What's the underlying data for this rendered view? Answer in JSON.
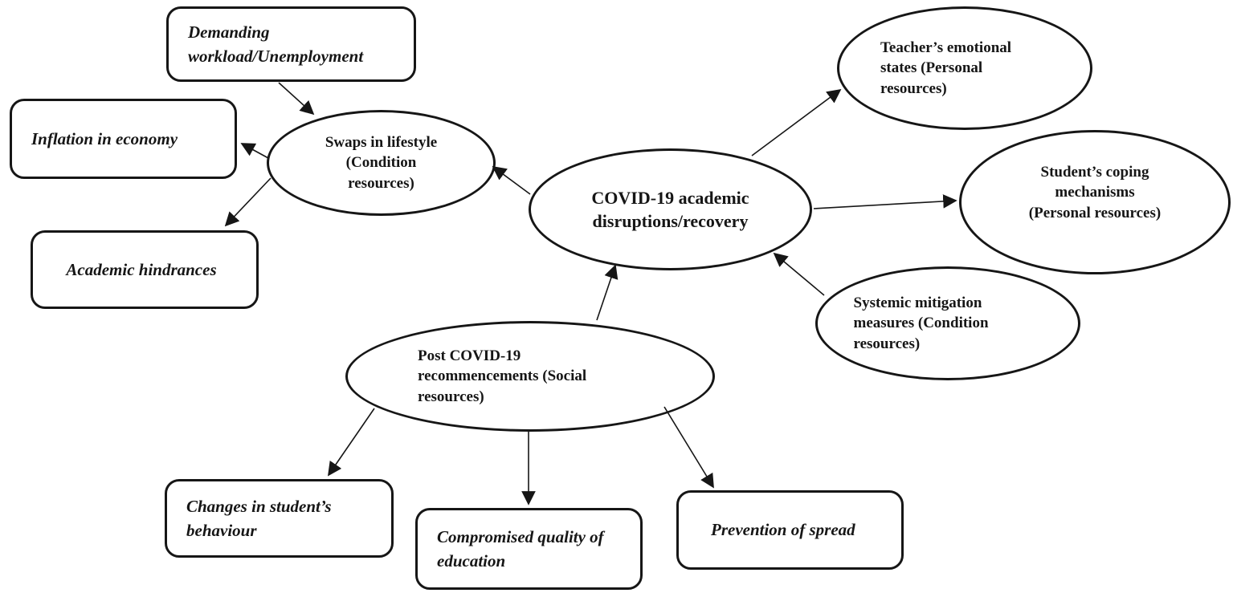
{
  "diagram": {
    "title": "COVID-19 academic disruptions/recovery concept map",
    "colors": {
      "stroke": "#161616",
      "fill": "#ffffff"
    },
    "nodes": {
      "demanding": {
        "shape": "rounded-rectangle",
        "label": "Demanding\nworkload/Unemployment"
      },
      "inflation": {
        "shape": "rounded-rectangle",
        "label": "Inflation in economy"
      },
      "academic": {
        "shape": "rounded-rectangle",
        "label": "Academic hindrances"
      },
      "swaps": {
        "shape": "ellipse",
        "label": "Swaps in lifestyle\n(Condition\nresources)"
      },
      "covid": {
        "shape": "ellipse",
        "label": "COVID-19 academic\ndisruptions/recovery"
      },
      "teacher": {
        "shape": "ellipse",
        "label": "Teacher’s emotional\nstates (Personal\nresources)"
      },
      "student": {
        "shape": "ellipse",
        "label": "Student’s coping\nmechanisms\n(Personal resources)"
      },
      "systemic": {
        "shape": "ellipse",
        "label": "Systemic mitigation\nmeasures (Condition\nresources)"
      },
      "postcovid": {
        "shape": "ellipse",
        "label": "Post COVID-19\nrecommencements (Social\nresources)"
      },
      "changes": {
        "shape": "rounded-rectangle",
        "label": "Changes in student’s\nbehaviour"
      },
      "compromised": {
        "shape": "rounded-rectangle",
        "label": "Compromised quality of\neducation"
      },
      "prevention": {
        "shape": "rounded-rectangle",
        "label": "Prevention of spread"
      }
    },
    "edges": [
      {
        "from": "demanding",
        "to": "swaps"
      },
      {
        "from": "swaps",
        "to": "inflation"
      },
      {
        "from": "swaps",
        "to": "academic"
      },
      {
        "from": "covid",
        "to": "swaps"
      },
      {
        "from": "covid",
        "to": "teacher"
      },
      {
        "from": "covid",
        "to": "student"
      },
      {
        "from": "systemic",
        "to": "covid"
      },
      {
        "from": "postcovid",
        "to": "covid"
      },
      {
        "from": "postcovid",
        "to": "changes"
      },
      {
        "from": "postcovid",
        "to": "compromised"
      },
      {
        "from": "postcovid",
        "to": "prevention"
      }
    ]
  }
}
